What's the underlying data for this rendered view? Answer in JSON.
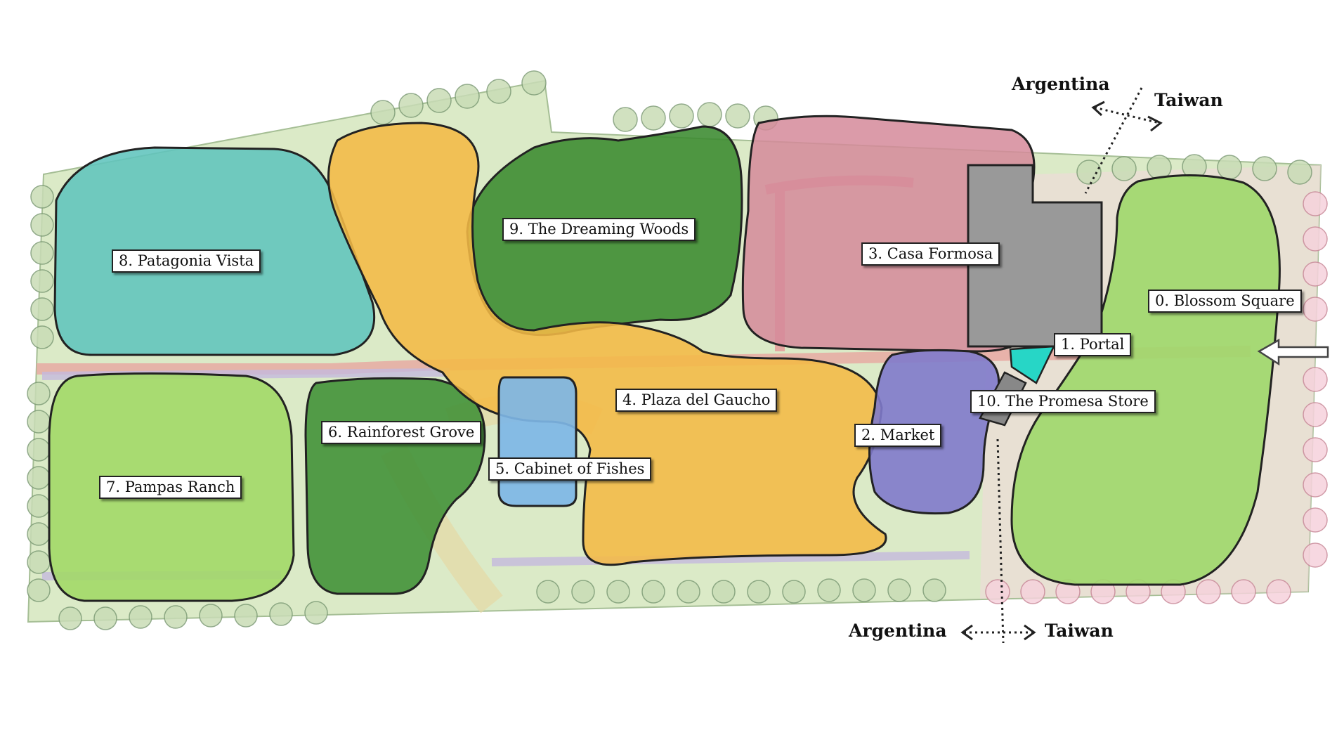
{
  "zones": [
    {
      "id": "z0",
      "label": "0. Blossom Square",
      "color": "#9fd86a"
    },
    {
      "id": "z1",
      "label": "1. Portal",
      "color": "#27d6c6"
    },
    {
      "id": "z2",
      "label": "2. Market",
      "color": "#7f7acb"
    },
    {
      "id": "z3",
      "label": "3. Casa Formosa",
      "color": "#d58a9a"
    },
    {
      "id": "z4",
      "label": "4. Plaza del Gaucho",
      "color": "#f4ba45"
    },
    {
      "id": "z5",
      "label": "5. Cabinet of Fishes",
      "color": "#7eb6e6"
    },
    {
      "id": "z6",
      "label": "6. Rainforest Grove",
      "color": "#3f8f36"
    },
    {
      "id": "z7",
      "label": "7. Pampas Ranch",
      "color": "#a0d865"
    },
    {
      "id": "z8",
      "label": "8. Patagonia Vista",
      "color": "#60c4bd"
    },
    {
      "id": "z9",
      "label": "9. The Dreaming Woods",
      "color": "#3a8a2f"
    },
    {
      "id": "z10",
      "label": "10. The Promesa Store",
      "color": "#888888"
    }
  ],
  "boundary": {
    "top": {
      "left": "Argentina",
      "right": "Taiwan"
    },
    "bottom": {
      "left": "Argentina",
      "right": "Taiwan"
    }
  },
  "icons": {
    "entrance": "entrance-arrow-icon",
    "direction": "double-arrow-icon"
  }
}
